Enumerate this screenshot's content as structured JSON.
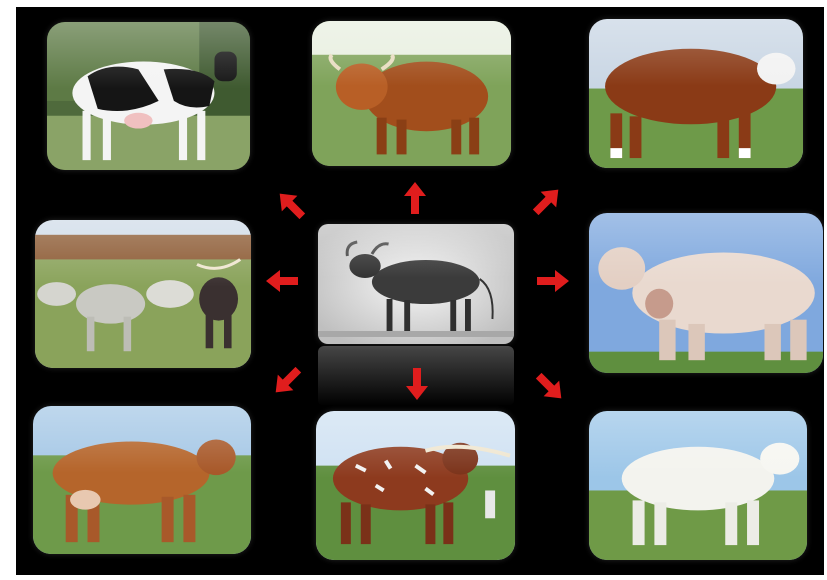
{
  "figure": {
    "background": "#000000",
    "arrow_color": "#e01d1d",
    "center": {
      "subject": "ancestral-aurochs-illustration",
      "style": "grayscale-engraving"
    },
    "tiles": [
      {
        "id": "top-left",
        "subject": "black-white-dairy-cow",
        "colors": {
          "bg": "#6f8f5c",
          "animal": "#1a1a1a",
          "accent": "#f4f4f4"
        }
      },
      {
        "id": "top-center",
        "subject": "shaggy-highland-cattle",
        "colors": {
          "bg": "#7fa35a",
          "animal": "#a24e1c",
          "accent": "#c9702f"
        }
      },
      {
        "id": "top-right",
        "subject": "red-bull-white-face",
        "colors": {
          "bg": "#6e9a49",
          "animal": "#8a3a16",
          "accent": "#ffffff"
        }
      },
      {
        "id": "middle-left",
        "subject": "grey-longhorn-herd",
        "colors": {
          "bg": "#8aa35b",
          "animal": "#c9c9c3",
          "accent": "#3a3030"
        }
      },
      {
        "id": "middle-right",
        "subject": "muscular-white-bull",
        "colors": {
          "bg": "#7fa8de",
          "animal": "#e9d9cf",
          "accent": "#5f8f3f"
        }
      },
      {
        "id": "bottom-left",
        "subject": "brown-dairy-cow",
        "colors": {
          "bg": "#6e9a4a",
          "animal": "#b5652b",
          "accent": "#d7d7d7"
        }
      },
      {
        "id": "bottom-center",
        "subject": "speckled-longhorn-bull",
        "colors": {
          "bg": "#5f8f3f",
          "animal": "#8d3a1e",
          "accent": "#f2f2f2"
        }
      },
      {
        "id": "bottom-right",
        "subject": "white-charolais-bull",
        "colors": {
          "bg": "#9cc6e8",
          "animal": "#f3f3ee",
          "accent": "#6f9a47"
        }
      }
    ],
    "arrows": [
      {
        "id": "to-top-left",
        "direction": "up-left"
      },
      {
        "id": "to-top-center",
        "direction": "up"
      },
      {
        "id": "to-top-right",
        "direction": "up-right"
      },
      {
        "id": "to-middle-left",
        "direction": "left"
      },
      {
        "id": "to-middle-right",
        "direction": "right"
      },
      {
        "id": "to-bottom-left",
        "direction": "down-left"
      },
      {
        "id": "to-bottom-center",
        "direction": "down"
      },
      {
        "id": "to-bottom-right",
        "direction": "down-right"
      }
    ]
  }
}
